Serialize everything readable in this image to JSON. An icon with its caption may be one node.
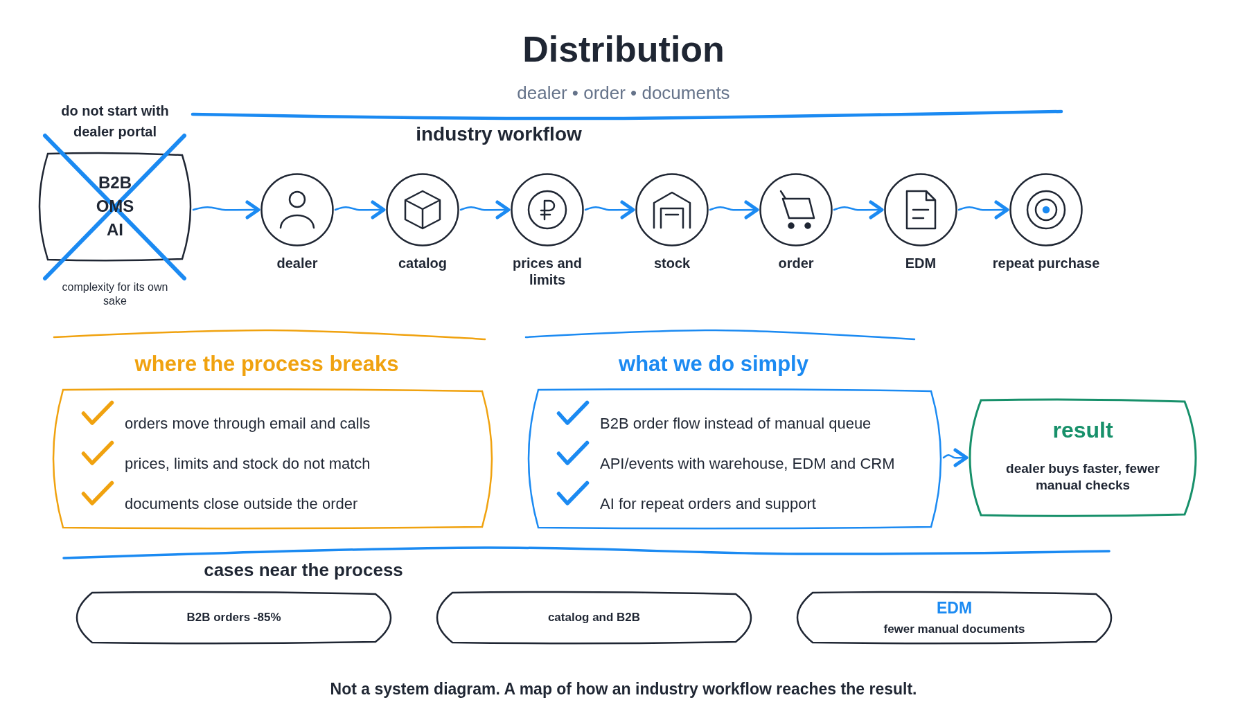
{
  "diagram": {
    "title": "Distribution",
    "caption": "Not a system diagram. A map of how an industry workflow reaches the result.",
    "nodes": [
      {
        "text": [
          "do not start with dealer portal",
          "B2B OMS AI"
        ],
        "beside": [
          "complexity for its own sake"
        ]
      },
      {
        "text": [
          "dealer"
        ]
      },
      {
        "text": [
          "catalog"
        ]
      },
      {
        "text": [
          "prices and limits"
        ]
      },
      {
        "text": [
          "stock"
        ]
      },
      {
        "text": [
          "order"
        ]
      },
      {
        "text": [
          "EDM"
        ]
      },
      {
        "text": [
          "repeat purchase"
        ]
      },
      {
        "text": [
          "where the process breaks",
          "orders move through email and calls",
          "prices, limits and stock do not match",
          "documents close outside the order"
        ]
      },
      {
        "text": [
          "what we do simply",
          "B2B order flow instead of manual queue",
          "API/events with warehouse, EDM and CRM",
          "AI for repeat orders and support"
        ]
      },
      {
        "text": [
          "result",
          "dealer buys faster, fewer manual checks"
        ]
      },
      {
        "text": [
          "B2B orders -85%"
        ]
      },
      {
        "text": [
          "catalog and B2B"
        ]
      },
      {
        "text": [
          "EDM",
          "fewer manual documents"
        ]
      }
    ],
    "edges": [
      {
        "from": 0,
        "to": 1,
        "arrow": "to"
      },
      {
        "from": 1,
        "to": 2,
        "arrow": "to"
      },
      {
        "from": 2,
        "to": 3,
        "arrow": "to"
      },
      {
        "from": 3,
        "to": 4,
        "arrow": "to"
      },
      {
        "from": 4,
        "to": 5,
        "arrow": "to"
      },
      {
        "from": 5,
        "to": 6,
        "arrow": "to"
      },
      {
        "from": 6,
        "to": 7,
        "arrow": "to"
      },
      {
        "from": 9,
        "to": 10,
        "arrow": "to"
      }
    ],
    "labels": [
      "dealer • order • documents",
      "industry workflow",
      "cases near the process"
    ]
  }
}
